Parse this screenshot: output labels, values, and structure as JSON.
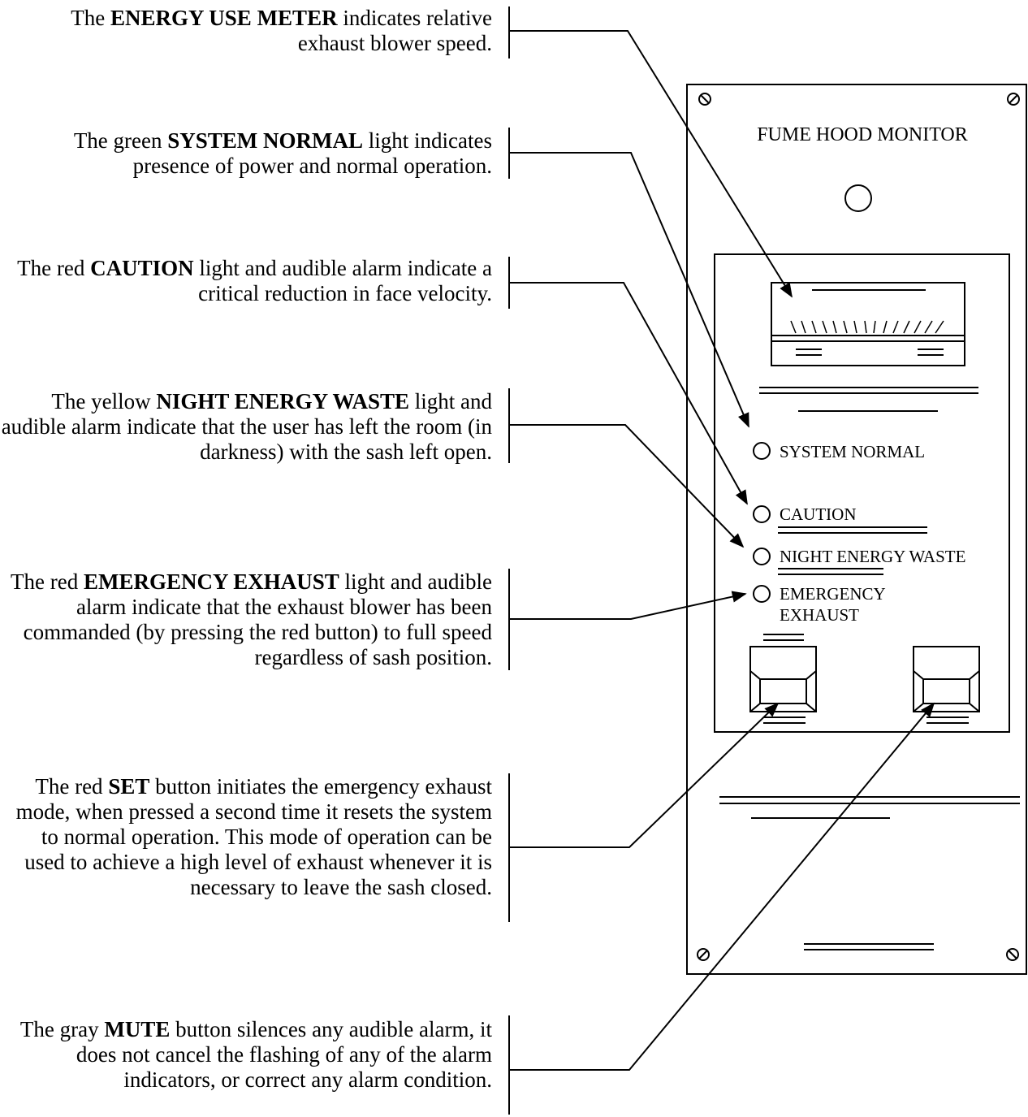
{
  "callouts": [
    {
      "id": "energy-use-meter",
      "pre": "The ",
      "bold": "ENERGY USE METER",
      "post": " indicates relative exhaust blower speed."
    },
    {
      "id": "system-normal",
      "pre": "The green ",
      "bold": "SYSTEM NORMAL",
      "post": " light indicates presence of power and normal operation."
    },
    {
      "id": "caution",
      "pre": "The red ",
      "bold": "CAUTION",
      "post": " light and audible alarm indicate a critical reduction in face velocity."
    },
    {
      "id": "night-energy-waste",
      "pre": "The yellow ",
      "bold": "NIGHT ENERGY WASTE",
      "post": " light and audible alarm indicate that the user has left the room (in darkness) with the sash left open."
    },
    {
      "id": "emergency-exhaust",
      "pre": "The red ",
      "bold": "EMERGENCY EXHAUST",
      "post": " light and audible alarm indicate that the exhaust blower has been commanded (by pressing the red button) to full speed regardless of sash position."
    },
    {
      "id": "set-button",
      "pre": "The red ",
      "bold": "SET",
      "post": " button initiates the emergency exhaust mode, when pressed a second time it resets the system to normal operation.  This mode of operation can be used to achieve a high level of exhaust whenever it is necessary to leave the sash closed."
    },
    {
      "id": "mute-button",
      "pre": "The gray ",
      "bold": "MUTE",
      "post": " button silences any audible alarm, it does not cancel the flashing of any of the alarm indicators, or correct any alarm condition."
    }
  ],
  "panel": {
    "title": "FUME HOOD MONITOR",
    "indicators": {
      "system_normal": "SYSTEM NORMAL",
      "caution": "CAUTION",
      "night_energy_waste": "NIGHT ENERGY WASTE",
      "emergency_line1": "EMERGENCY",
      "emergency_line2": "EXHAUST"
    }
  }
}
